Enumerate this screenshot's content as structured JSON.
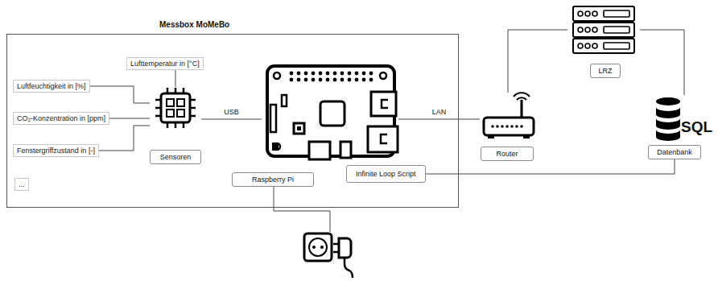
{
  "diagram": {
    "nodes": [
      {
        "text": [
          "Messbox MoMeBo"
        ]
      },
      {
        "text": [
          "Lufttemperatur in [°C]"
        ],
        "in": 0
      },
      {
        "text": [
          "Luftfeuchtigkeit in [%]"
        ],
        "in": 0
      },
      {
        "text": [
          "CO₂-Konzentration in [ppm]"
        ],
        "in": 0
      },
      {
        "text": [
          "Fenstergriffzustand in [-]"
        ],
        "in": 0
      },
      {
        "text": [
          "..."
        ],
        "in": 0
      },
      {
        "text": [
          "Sensoren"
        ],
        "in": 0
      },
      {
        "text": [
          "Raspberry Pi"
        ],
        "in": 0
      },
      {
        "text": [
          "Infinite Loop Script"
        ],
        "in": 0
      },
      {
        "text": [
          "Router"
        ]
      },
      {
        "text": [
          "LRZ"
        ]
      },
      {
        "text": [
          "Datenbank"
        ]
      }
    ],
    "edges": [
      {
        "from": 1,
        "to": 6,
        "arrow": "none"
      },
      {
        "from": 2,
        "to": 6,
        "arrow": "none"
      },
      {
        "from": 3,
        "to": 6,
        "arrow": "none"
      },
      {
        "from": 4,
        "to": 6,
        "arrow": "none"
      },
      {
        "from": 6,
        "to": 7,
        "label": "USB",
        "arrow": "none"
      },
      {
        "from": 7,
        "to": 9,
        "label": "LAN",
        "arrow": "none"
      },
      {
        "from": 9,
        "to": 10,
        "arrow": "none"
      },
      {
        "from": 10,
        "to": 11,
        "arrow": "none"
      },
      {
        "from": 8,
        "to": 11,
        "arrow": "none"
      }
    ],
    "labels": [
      "SQL"
    ]
  }
}
